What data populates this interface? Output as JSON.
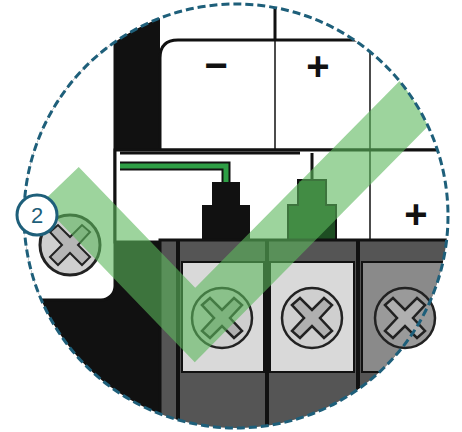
{
  "diagram": {
    "labels": [
      "2",
      "−",
      "+",
      "+"
    ]
  }
}
